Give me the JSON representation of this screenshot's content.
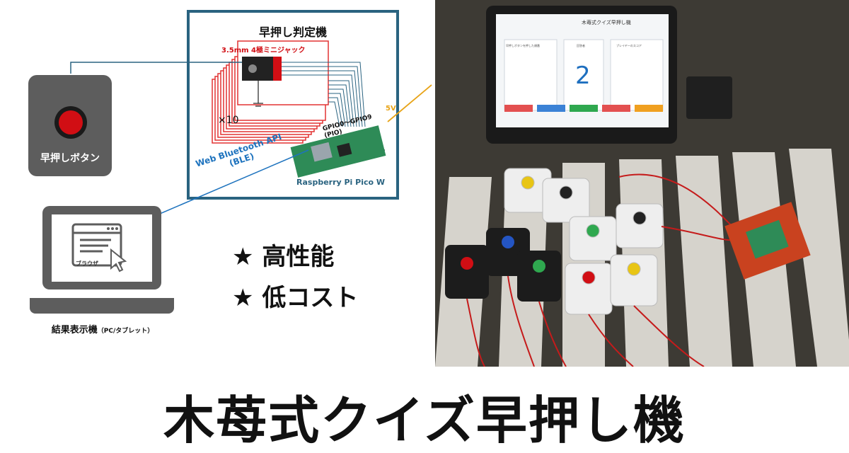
{
  "diagram": {
    "title": "早押し判定機",
    "jack_label": "3.5mm 4極ミニジャック",
    "multiplier": "×10",
    "gpio_label": "GPIO0～GPIO9",
    "pio_label": "(PIO)",
    "v5_label": "5V",
    "board_label": "Raspberry Pi Pico W",
    "ble_line1": "Web Bluetooth API",
    "ble_line2": "(BLE)"
  },
  "button_card": {
    "label": "早押しボタン"
  },
  "laptop": {
    "browser_label": "ブラウザ",
    "label": "結果表示機",
    "label_small": "（PC/タブレット）"
  },
  "features": [
    "★ 高性能",
    "★ 低コスト"
  ],
  "photo": {
    "tablet_title": "木苺式クイズ早押し機",
    "tablet_left_header": "早押しボタンを押した順番",
    "tablet_center_header": "回答者",
    "tablet_number": "2",
    "tablet_right_header": "プレイヤーのスコア"
  },
  "main_title": "木苺式クイズ早押し機",
  "colors": {
    "frame": "#2a6380",
    "ble": "#1e73be",
    "red": "#d10e14",
    "gray": "#5d5d5d",
    "yellow": "#e8a418"
  }
}
